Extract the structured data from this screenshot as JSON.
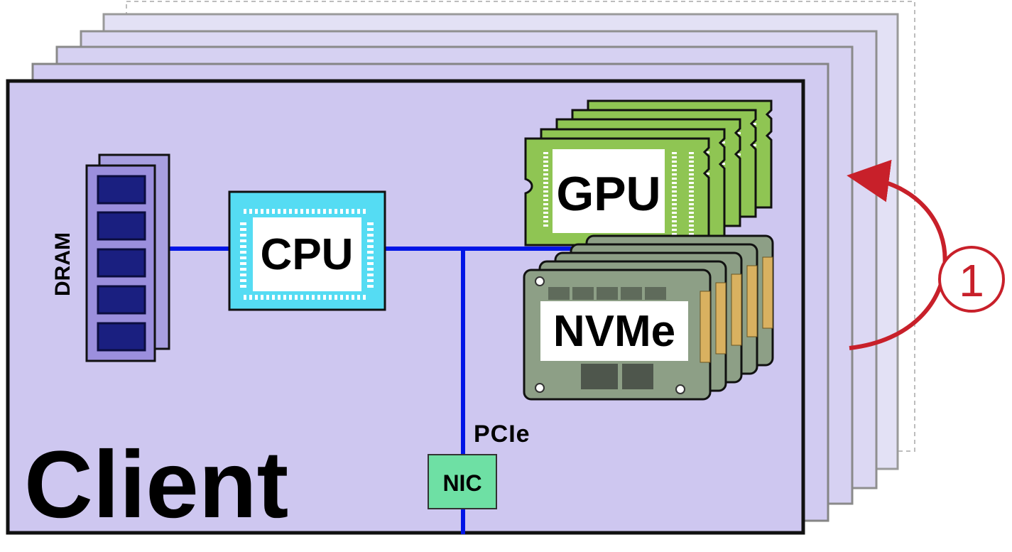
{
  "node": {
    "title": "Client"
  },
  "components": {
    "dram": {
      "label": "DRAM"
    },
    "cpu": {
      "label": "CPU"
    },
    "gpu": {
      "label": "GPU"
    },
    "nvme": {
      "label": "NVMe"
    },
    "nic": {
      "label": "NIC"
    },
    "bus": {
      "label": "PCIe"
    }
  },
  "annotation": {
    "step": "1"
  },
  "colors": {
    "node_fill": "#cec7f0",
    "node_back_fill": "#d8d4f0",
    "cpu_fill": "#55dcf3",
    "gpu_fill": "#8fc553",
    "nvme_fill": "#8d9f86",
    "dram_fill": "#9b8fdd",
    "dram_chip": "#1a1f80",
    "nic_fill": "#6ee0a4",
    "bus": "#0015e6",
    "arrow": "#c8202a"
  }
}
